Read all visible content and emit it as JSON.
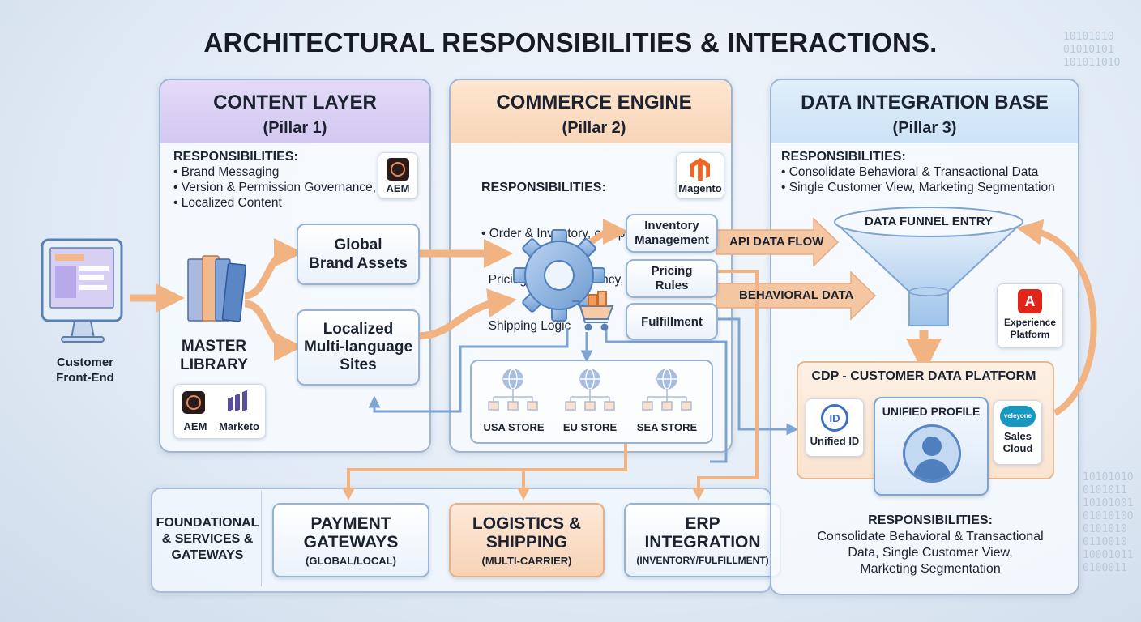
{
  "title": "ARCHITECTURAL RESPONSIBILITIES & INTERACTIONS.",
  "colors": {
    "content_head": "#dcd2f5",
    "commerce_head": "#fbe0c8",
    "data_head": "#d5e6f7",
    "flow_arrow": "#f2b383",
    "line_blue": "#7ea4d2",
    "frame": "#9fb6d2"
  },
  "binary_decoration": [
    "10101010",
    "01010101",
    "101011010",
    "10101010",
    "0101011",
    "10101001",
    "01010100",
    "0101010",
    "0110010",
    "10001011",
    "0100011"
  ],
  "frontend": {
    "label_line1": "Customer",
    "label_line2": "Front-End",
    "icon": "desktop-monitor-icon"
  },
  "content": {
    "title": "CONTENT LAYER",
    "subtitle": "(Pillar 1)",
    "resp_heading": "RESPONSIBILITIES:",
    "resp": [
      "• Brand Messaging",
      "• Version & Permission Governance,",
      "• Localized Content"
    ],
    "aem_badge": "AEM",
    "library_line1": "MASTER",
    "library_line2": "LIBRARY",
    "global_line1": "Global",
    "global_line2": "Brand Assets",
    "localized_line1": "Localized",
    "localized_line2": "Multi-language",
    "localized_line3": "Sites",
    "tool_aem": "AEM",
    "tool_marketo": "Marketo"
  },
  "commerce": {
    "title": "COMMERCE ENGINE",
    "subtitle": "(Pillar 2)",
    "resp_heading": "RESPONSIBILITIES:",
    "resp": [
      "• Order & Inventory, complex",
      "  Pricing & Multi-currency, Tax &",
      "  Shipping Logic"
    ],
    "magento_badge": "Magento",
    "inventory_line1": "Inventory",
    "inventory_line2": "Management",
    "pricing_line1": "Pricing",
    "pricing_line2": "Rules",
    "fulfillment": "Fulfillment",
    "stores": [
      "USA STORE",
      "EU STORE",
      "SEA STORE"
    ]
  },
  "flows": {
    "api": "API DATA FLOW",
    "behavioral": "BEHAVIORAL DATA"
  },
  "data": {
    "title": "DATA INTEGRATION BASE",
    "subtitle": "(Pillar 3)",
    "resp_heading": "RESPONSIBILITIES:",
    "resp": [
      "• Consolidate Behavioral & Transactional Data",
      "• Single Customer View, Marketing Segmentation"
    ],
    "funnel": "DATA FUNNEL ENTRY",
    "experience_line1": "Experience",
    "experience_line2": "Platform",
    "cdp_title": "CDP - CUSTOMER DATA PLATFORM",
    "unified_id": "Unified ID",
    "unified_profile": "UNIFIED PROFILE",
    "sales_line1": "Sales",
    "sales_line2": "Cloud",
    "salesforce_mark": "veleyone",
    "resp2_heading": "RESPONSIBILITIES:",
    "resp2": [
      "Consolidate Behavioral & Transactional",
      "Data, Single Customer View,",
      "Marketing Segmentation"
    ]
  },
  "foundation": {
    "label": [
      "FOUNDATIONAL",
      "& SERVICES &",
      "GATEWAYS"
    ],
    "payment_line1": "PAYMENT",
    "payment_line2": "GATEWAYS",
    "payment_sub": "(GLOBAL/LOCAL)",
    "logistics_line1": "LOGISTICS &",
    "logistics_line2": "SHIPPING",
    "logistics_sub": "(MULTI-CARRIER)",
    "erp_line1": "ERP",
    "erp_line2": "INTEGRATION",
    "erp_sub": "(INVENTORY/FULFILLMENT)"
  }
}
